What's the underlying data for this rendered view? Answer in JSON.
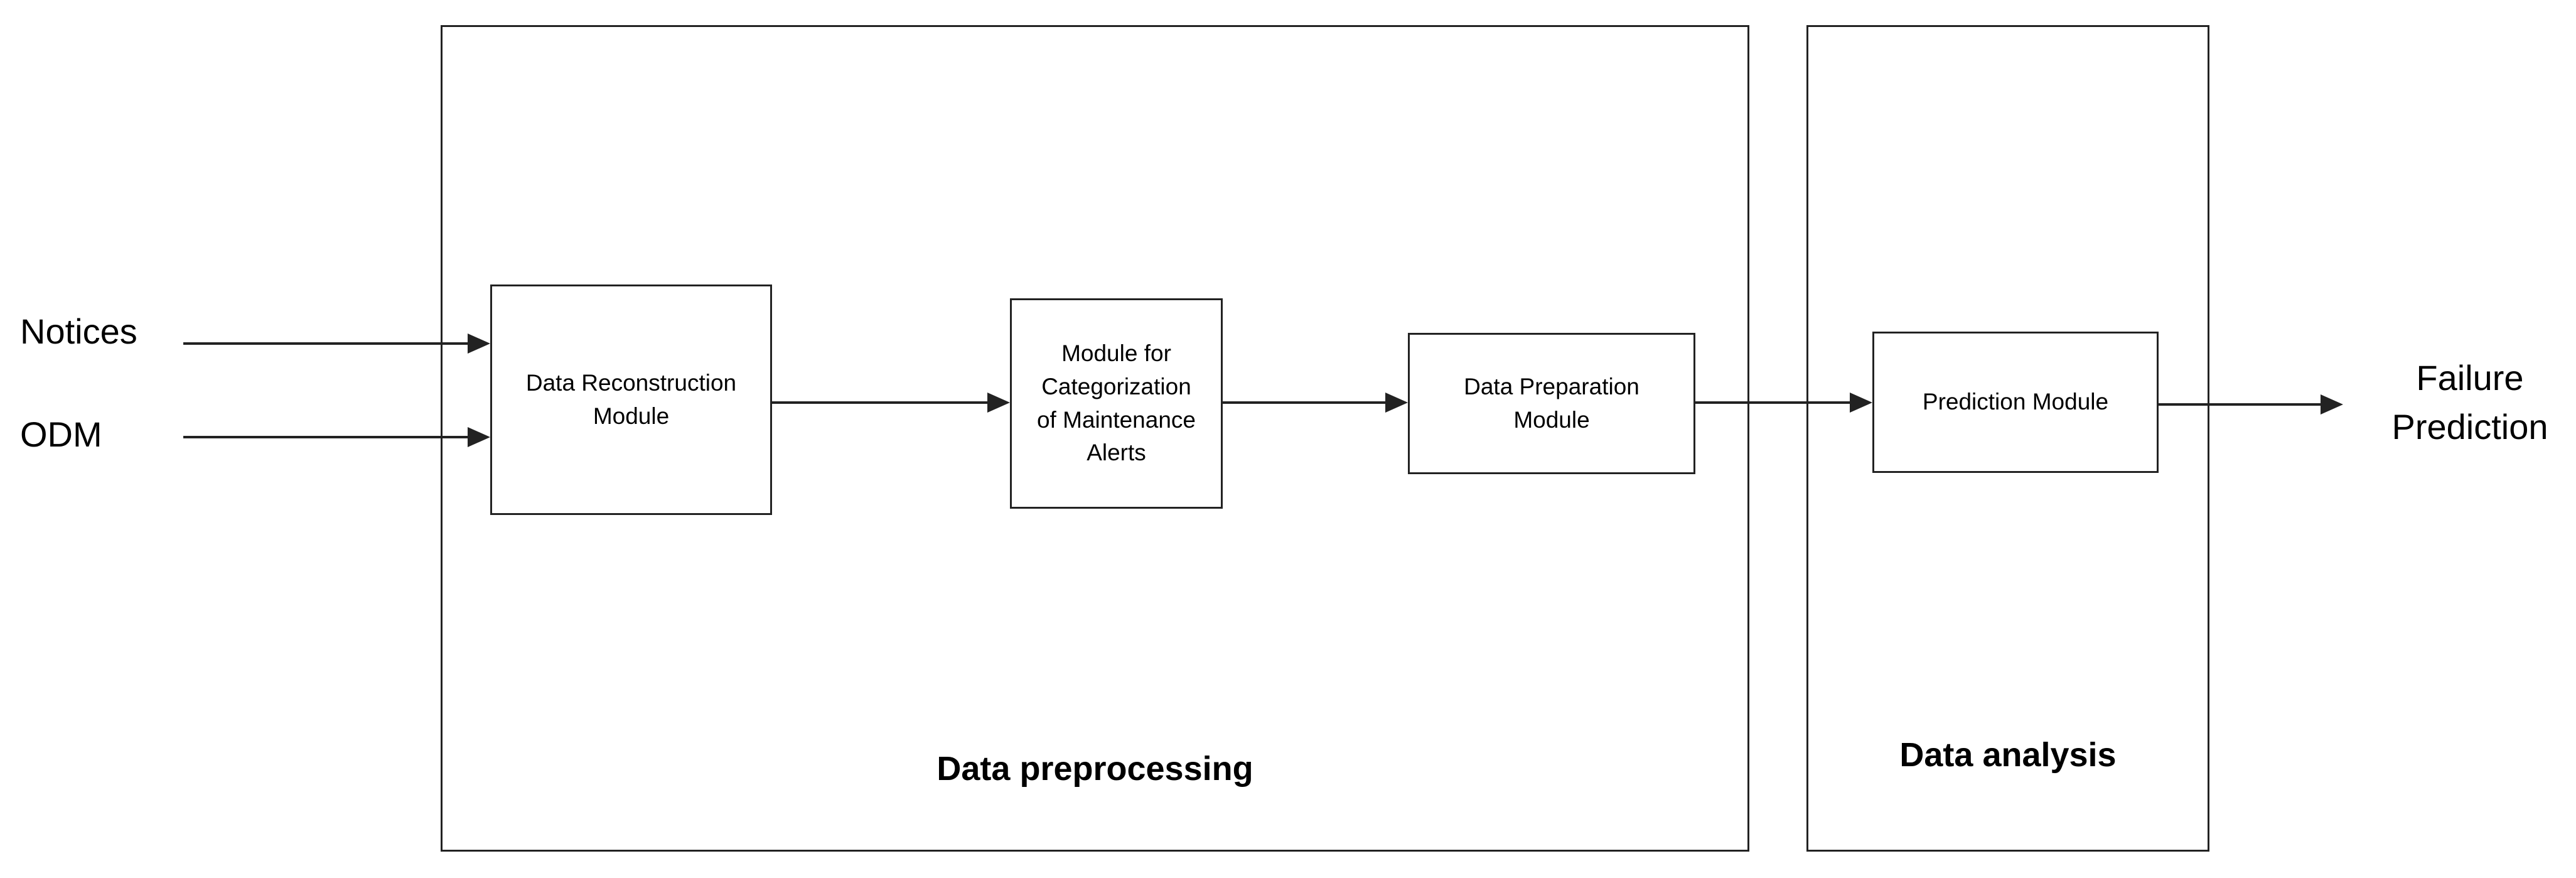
{
  "diagram": {
    "colors": {
      "background": "#ffffff",
      "stroke": "#222222",
      "text": "#000000"
    },
    "inputs": [
      {
        "label": "Notices"
      },
      {
        "label": "ODM"
      }
    ],
    "containers": [
      {
        "label": "Data preprocessing"
      },
      {
        "label": "Data analysis"
      }
    ],
    "modules": [
      {
        "label": "Data Reconstruction\nModule"
      },
      {
        "label": "Module for\nCategorization\nof Maintenance\nAlerts"
      },
      {
        "label": "Data Preparation\nModule"
      },
      {
        "label": "Prediction Module"
      }
    ],
    "output": {
      "label": "Failure\nPrediction"
    }
  }
}
